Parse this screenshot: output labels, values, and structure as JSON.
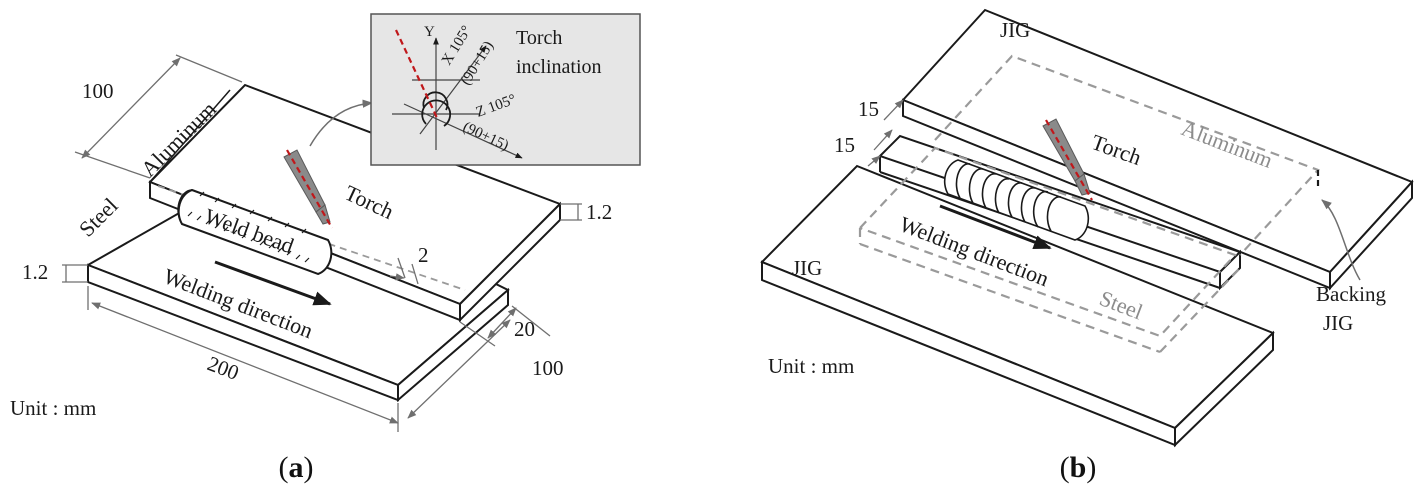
{
  "panel_a": {
    "caption_open": "(",
    "caption_letter": "a",
    "caption_close": ")",
    "aluminum": "Aluminum",
    "steel": "Steel",
    "torch": "Torch",
    "weld_bead": "Weld bead",
    "welding_direction": "Welding direction",
    "unit": "Unit : mm",
    "dim_100_top": "100",
    "dim_200": "200",
    "dim_100_right": "100",
    "dim_20": "20",
    "dim_2": "2",
    "dim_thk_right": "1.2",
    "dim_thk_left": "1.2",
    "inset": {
      "y_axis": "Y",
      "x_angle": "X 105°",
      "x_sub": "(90+15)",
      "z_angle": "Z 105°",
      "z_sub": "(90+15)",
      "title_line1": "Torch",
      "title_line2": "inclination"
    }
  },
  "panel_b": {
    "caption_open": "(",
    "caption_letter": "b",
    "caption_close": ")",
    "jig_top": "JIG",
    "jig_bottom": "JIG",
    "aluminum": "Aluminum",
    "steel": "Steel",
    "torch": "Torch",
    "welding_direction": "Welding direction",
    "unit": "Unit : mm",
    "dim_15_a": "15",
    "dim_15_b": "15",
    "backing_line1": "Backing",
    "backing_line2": "JIG"
  },
  "colors": {
    "line": "#1a1a1a",
    "dim": "#6f6f6f",
    "torch": "#8a8a8a",
    "torch_axis": "#c0181b",
    "inset_bg": "#e6e6e6",
    "dashed": "#9a9a9a"
  }
}
